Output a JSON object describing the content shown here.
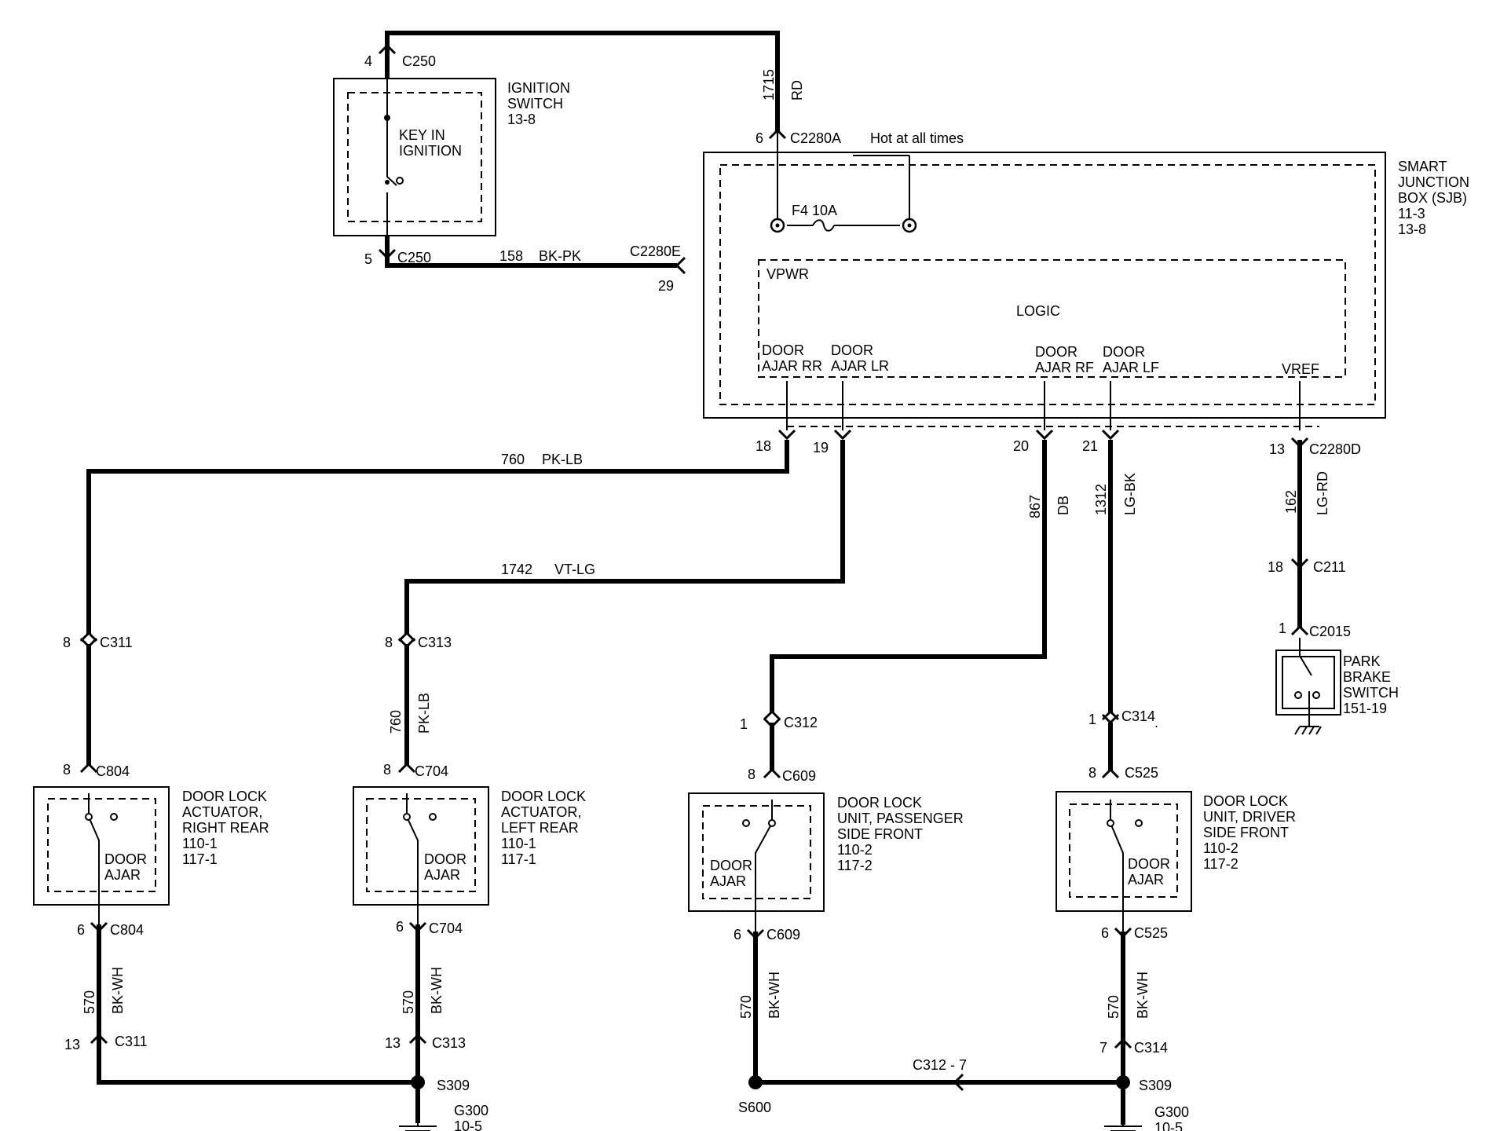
{
  "ignition_switch": {
    "name": "IGNITION\nSWITCH\n13-8",
    "contact": "KEY IN\nIGNITION",
    "top_connector": {
      "pin": "4",
      "id": "C250"
    },
    "bottom_connector": {
      "pin": "5",
      "id": "C250"
    }
  },
  "sjb": {
    "name": "SMART\nJUNCTION\nBOX (SJB)\n11-3\n13-8",
    "logic": "LOGIC",
    "vpwr": "VPWR",
    "vref": "VREF",
    "fuse": "F4  10A",
    "hot": "Hot at all times",
    "feed_connector": {
      "pin": "6",
      "id": "C2280A"
    },
    "vpwr_connector": {
      "pin": "29",
      "id": "C2280E"
    },
    "outputs": [
      {
        "label": "DOOR\nAJAR RR",
        "pin": "18"
      },
      {
        "label": "DOOR\nAJAR LR",
        "pin": "19"
      },
      {
        "label": "DOOR\nAJAR RF",
        "pin": "20"
      },
      {
        "label": "DOOR\nAJAR LF",
        "pin": "21"
      },
      {
        "label": "VREF",
        "pin": "13",
        "id": "C2280D"
      }
    ]
  },
  "wires": {
    "w1715": {
      "circuit": "1715",
      "color": "RD"
    },
    "w158": {
      "circuit": "158",
      "color": "BK-PK"
    },
    "w760": {
      "circuit": "760",
      "color": "PK-LB"
    },
    "w1742": {
      "circuit": "1742",
      "color": "VT-LG"
    },
    "w760b": {
      "circuit": "760",
      "color": "PK-LB"
    },
    "w867": {
      "circuit": "867",
      "color": "DB"
    },
    "w1312": {
      "circuit": "1312",
      "color": "LG-BK"
    },
    "w162": {
      "circuit": "162",
      "color": "LG-RD"
    },
    "w570a": {
      "circuit": "570",
      "color": "BK-WH"
    },
    "w570b": {
      "circuit": "570",
      "color": "BK-WH"
    },
    "w570c": {
      "circuit": "570",
      "color": "BK-WH"
    },
    "w570d": {
      "circuit": "570",
      "color": "BK-WH"
    }
  },
  "connectors": {
    "c311a": {
      "pin": "8",
      "id": "C311"
    },
    "c313a": {
      "pin": "8",
      "id": "C313"
    },
    "c312": {
      "pin": "1",
      "id": "C312"
    },
    "c314a": {
      "pin": "1",
      "id": "C314"
    },
    "c211": {
      "pin": "18",
      "id": "C211"
    },
    "c2015": {
      "pin": "1",
      "id": "C2015"
    },
    "c804t": {
      "pin": "8",
      "id": "C804"
    },
    "c704t": {
      "pin": "8",
      "id": "C704"
    },
    "c609t": {
      "pin": "8",
      "id": "C609"
    },
    "c525t": {
      "pin": "8",
      "id": "C525"
    },
    "c804b": {
      "pin": "6",
      "id": "C804"
    },
    "c704b": {
      "pin": "6",
      "id": "C704"
    },
    "c609b": {
      "pin": "6",
      "id": "C609"
    },
    "c525b": {
      "pin": "6",
      "id": "C525"
    },
    "c311b": {
      "pin": "13",
      "id": "C311"
    },
    "c313b": {
      "pin": "13",
      "id": "C313"
    },
    "c314b": {
      "pin": "7",
      "id": "C314"
    },
    "c312_7": {
      "id": "C312  -  7"
    }
  },
  "components": {
    "rr": {
      "name": "DOOR LOCK\nACTUATOR,\nRIGHT REAR\n110-1\n117-1",
      "contact": "DOOR\nAJAR"
    },
    "lr": {
      "name": "DOOR LOCK\nACTUATOR,\nLEFT REAR\n110-1\n117-1",
      "contact": "DOOR\nAJAR"
    },
    "pf": {
      "name": "DOOR LOCK\nUNIT, PASSENGER\nSIDE FRONT\n110-2\n117-2",
      "contact": "DOOR\nAJAR"
    },
    "df": {
      "name": "DOOR LOCK\nUNIT, DRIVER\nSIDE FRONT\n110-2\n117-2",
      "contact": "DOOR\nAJAR"
    },
    "park": {
      "name": "PARK\nBRAKE\nSWITCH\n151-19"
    }
  },
  "splices": {
    "s309a": "S309",
    "s309b": "S309",
    "s600": "S600"
  },
  "grounds": {
    "g300a": "G300\n10-5",
    "g300b": "G300\n10-5"
  },
  "stray_mark": "."
}
